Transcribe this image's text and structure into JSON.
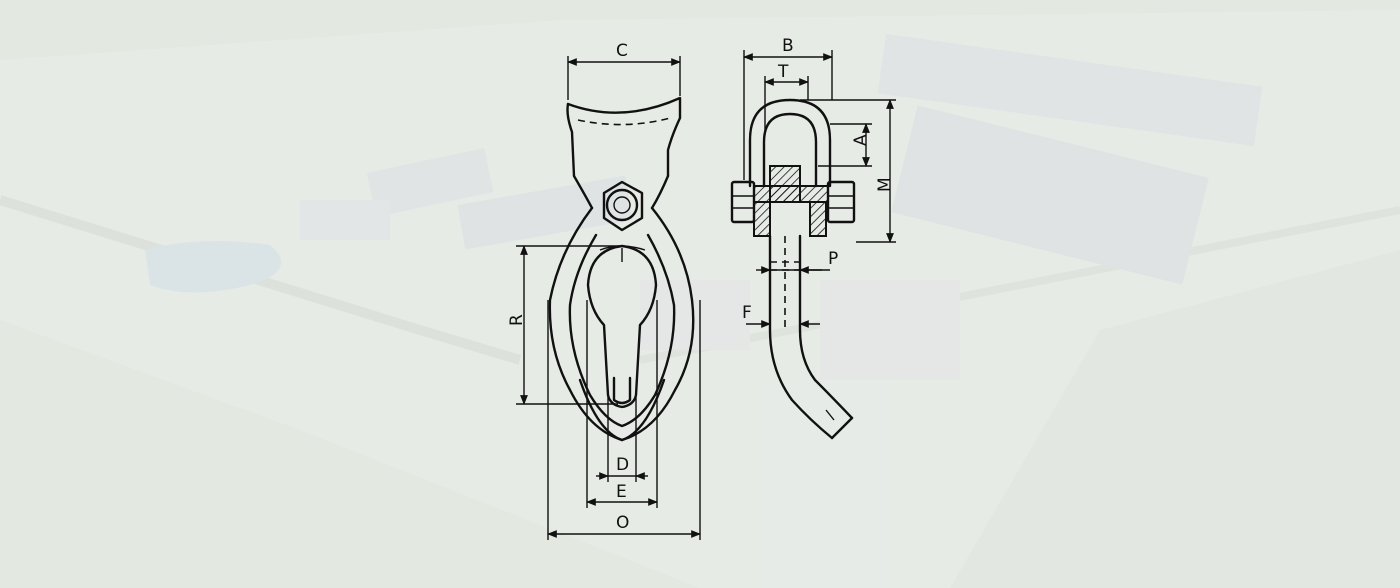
{
  "background": {
    "description_color": "#e9ece8"
  },
  "labels": {
    "C": "C",
    "B": "B",
    "T": "T",
    "A": "A",
    "M": "M",
    "P": "P",
    "F": "F",
    "R": "R",
    "D": "D",
    "E": "E",
    "O": "O"
  }
}
